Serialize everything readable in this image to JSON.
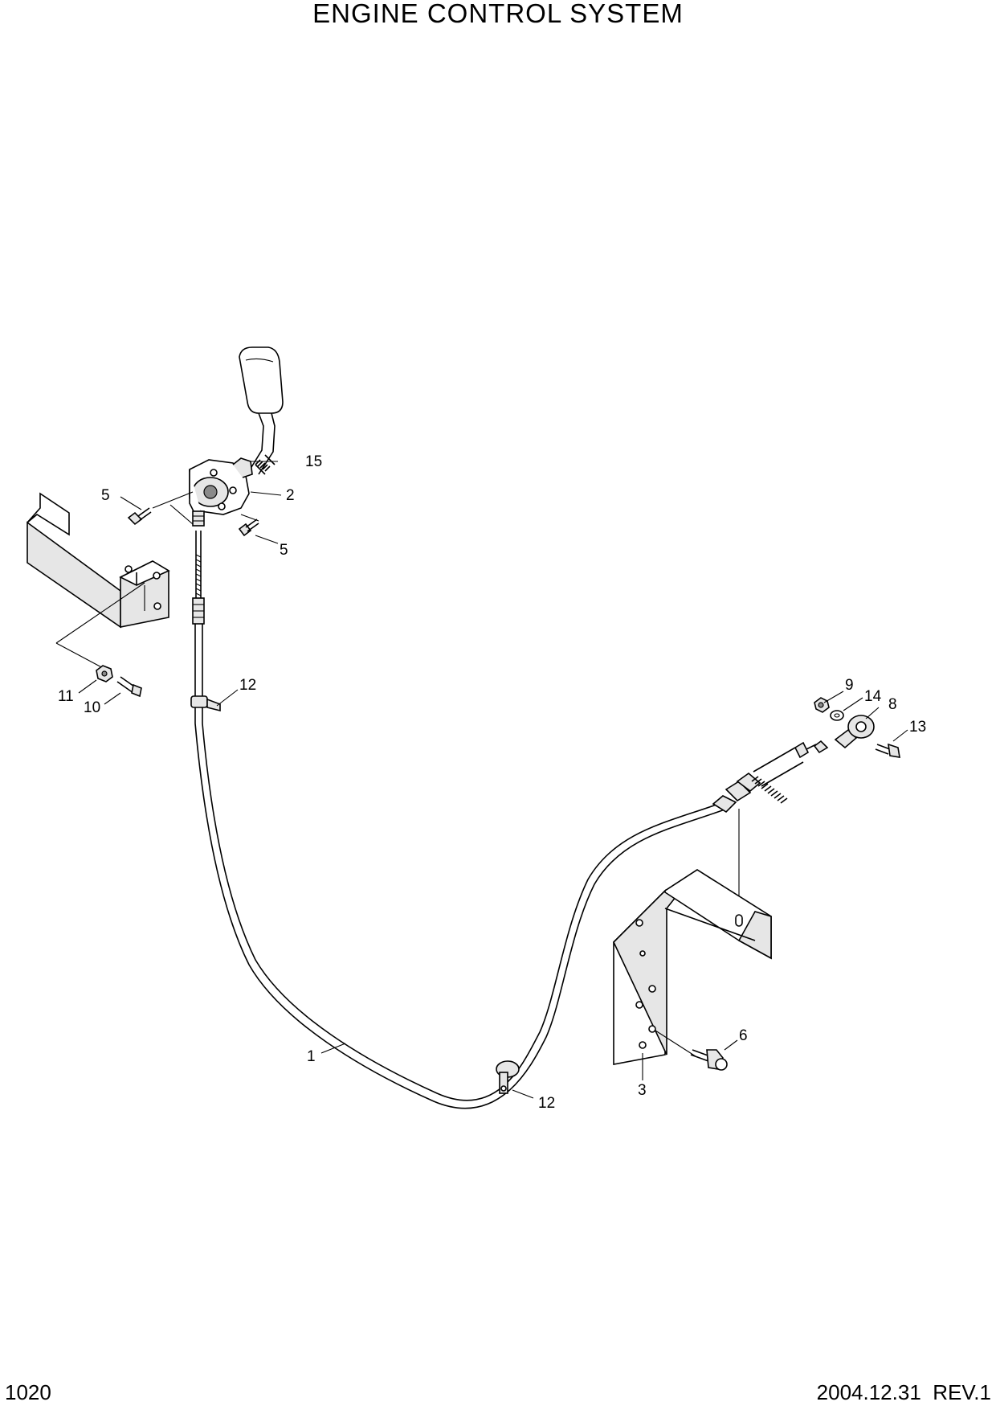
{
  "title": "ENGINE CONTROL SYSTEM",
  "footer": {
    "page_number": "1020",
    "revision": "2004.12.31  REV.1"
  },
  "callouts": {
    "c1": "1",
    "c2": "2",
    "c3": "3",
    "c5a": "5",
    "c5b": "5",
    "c6": "6",
    "c8": "8",
    "c9": "9",
    "c10": "10",
    "c11": "11",
    "c12a": "12",
    "c12b": "12",
    "c13": "13",
    "c14": "14",
    "c15": "15"
  }
}
